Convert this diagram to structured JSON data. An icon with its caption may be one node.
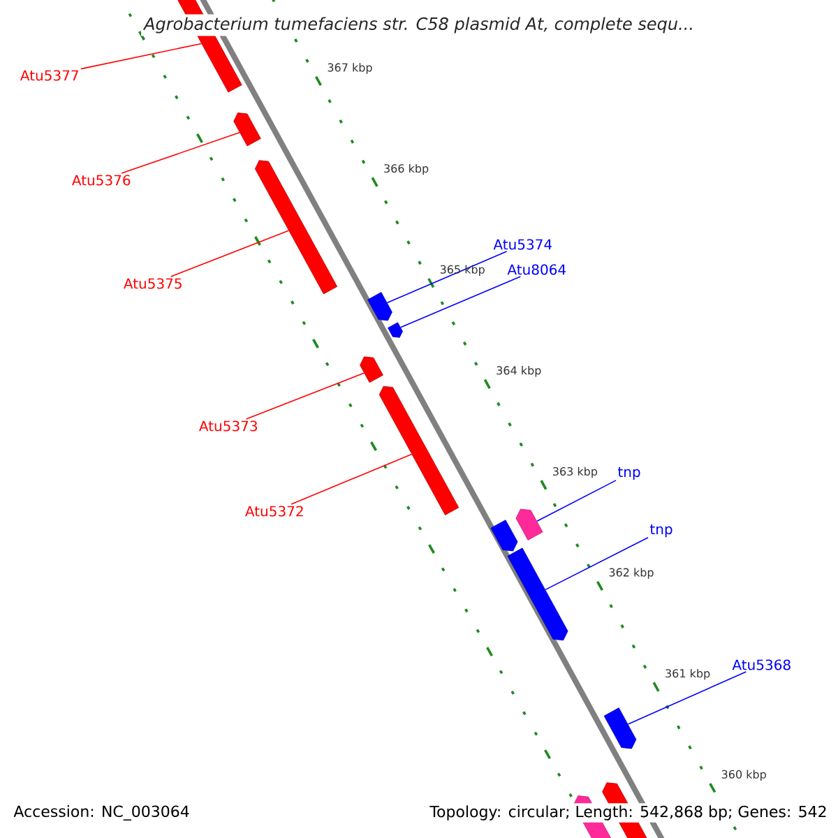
{
  "diagram": {
    "title": "Agrobacterium tumefaciens str. C58 plasmid At, complete sequ...",
    "nodes": [
      {
        "text": [
          "Atu5377"
        ]
      },
      {
        "text": [
          "Atu5376"
        ]
      },
      {
        "text": [
          "Atu5374"
        ]
      },
      {
        "text": [
          "Atu5375"
        ]
      },
      {
        "text": [
          "Atu8064"
        ]
      },
      {
        "text": [
          "Atu5373"
        ]
      },
      {
        "text": [
          "tnp"
        ]
      },
      {
        "text": [
          "Atu5372"
        ]
      },
      {
        "text": [
          "tnp"
        ]
      },
      {
        "text": [
          "Atu5368"
        ]
      },
      {
        "text": [],
        "shape": "arrow"
      },
      {
        "text": [],
        "shape": "arrow"
      },
      {
        "text": [],
        "shape": "arrow"
      },
      {
        "text": [],
        "shape": "arrow"
      },
      {
        "text": [],
        "shape": "arrow"
      },
      {
        "text": [],
        "shape": "arrow"
      },
      {
        "text": [],
        "shape": "arrow"
      },
      {
        "text": [],
        "shape": "arrow"
      },
      {
        "text": [],
        "shape": "arrow"
      },
      {
        "text": [],
        "shape": "arrow"
      },
      {
        "text": [],
        "shape": "arrow"
      },
      {
        "text": [],
        "shape": "arrow"
      },
      {
        "text": [],
        "shape": "arrow"
      }
    ],
    "edges": [
      {
        "from": 0,
        "to": 10,
        "arrow": "none",
        "color": "#ff0000"
      },
      {
        "from": 1,
        "to": 11,
        "arrow": "none",
        "color": "#ff0000"
      },
      {
        "from": 2,
        "to": 13,
        "arrow": "none",
        "color": "#0000ff"
      },
      {
        "from": 3,
        "to": 12,
        "arrow": "none",
        "color": "#ff0000"
      },
      {
        "from": 4,
        "to": 14,
        "arrow": "none",
        "color": "#0000ff"
      },
      {
        "from": 5,
        "to": 15,
        "arrow": "none",
        "color": "#ff0000"
      },
      {
        "from": 6,
        "to": 17,
        "arrow": "none",
        "color": "#0000ff"
      },
      {
        "from": 7,
        "to": 16,
        "arrow": "none",
        "color": "#ff0000"
      },
      {
        "from": 8,
        "to": 19,
        "arrow": "none",
        "color": "#0000ff"
      },
      {
        "from": 9,
        "to": 20,
        "arrow": "none",
        "color": "#0000ff"
      }
    ],
    "labels": [
      "367 kbp",
      "366 kbp",
      "365 kbp",
      "364 kbp",
      "363 kbp",
      "362 kbp",
      "361 kbp",
      "360 kbp",
      "Accession: NC_003064",
      "Topology: circular; Length: 542,868 bp; Genes: 542"
    ]
  }
}
